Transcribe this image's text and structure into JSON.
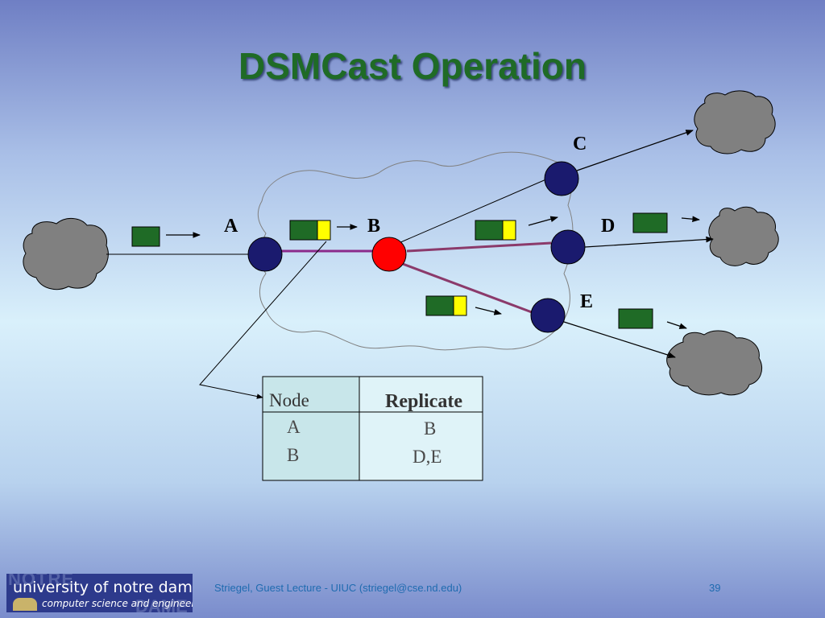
{
  "slide": {
    "title": "DSMCast Operation",
    "footer": "Striegel, Guest Lecture - UIUC (striegel@cse.nd.edu)",
    "page_number": "39"
  },
  "logo": {
    "line1": "university of notre dame",
    "line2": "computer science and engineering",
    "watermark_top": "NOTRE",
    "watermark_bottom": "DAME"
  },
  "nodes": {
    "a": "A",
    "b": "B",
    "c": "C",
    "d": "D",
    "e": "E"
  },
  "table": {
    "headers": {
      "node": "Node",
      "replicate": "Replicate"
    },
    "rows": [
      {
        "node": "A",
        "replicate": "B"
      },
      {
        "node": "B",
        "replicate": "D,E"
      }
    ]
  },
  "colors": {
    "node_fill": "#1a1a6e",
    "source_node_fill": "#ff0000",
    "packet_green": "#1f6b26",
    "packet_yellow": "#ffff00",
    "tree_link": "#8b3a6b",
    "cloud_gray": "#808080"
  }
}
